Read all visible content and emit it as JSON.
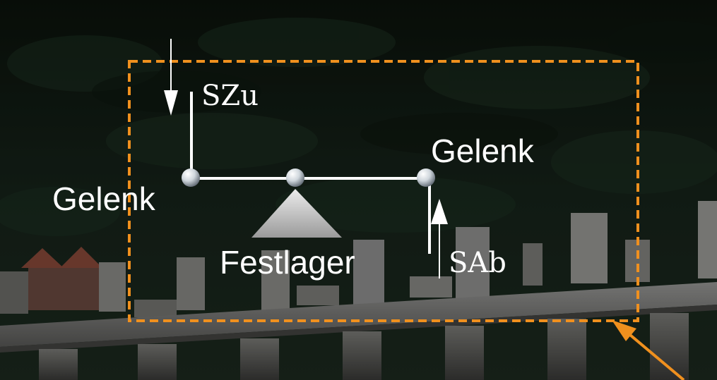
{
  "labels": {
    "force_top": "SZu",
    "joint_right": "Gelenk",
    "joint_left": "Gelenk",
    "fixed_support": "Festlager",
    "force_bottom": "SAb"
  },
  "colors": {
    "highlight_dashed_frame": "#f0901e",
    "pointer_arrow": "#f0901e",
    "linkage": "#ffffff",
    "support_triangle": "#bdbdbd"
  },
  "icons": {
    "joint": "sphere-joint-icon",
    "support": "triangle-support-icon"
  }
}
